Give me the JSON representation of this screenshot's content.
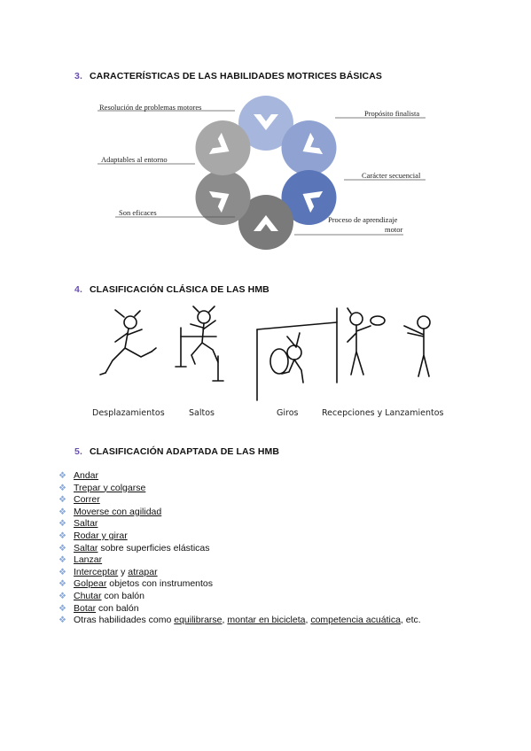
{
  "section3": {
    "number": "3.",
    "title": "CARACTERÍSTICAS DE LAS HABILIDADES MOTRICES BÁSICAS"
  },
  "diagram": {
    "labels": {
      "resolucion": "Resolución de problemas motores",
      "proposito": "Propósito finalista",
      "adaptables": "Adaptables al entorno",
      "caracter": "Carácter secuencial",
      "eficaces": "Son eficaces",
      "proceso_l1": "Proceso de aprendizaje",
      "proceso_l2": "motor"
    }
  },
  "section4": {
    "number": "4.",
    "title": "CLASIFICACIÓN CLÁSICA DE LAS HMB"
  },
  "illustration": {
    "captions": {
      "desplazamientos": "Desplazamientos",
      "saltos": "Saltos",
      "giros": "Giros",
      "recepciones": "Recepciones y Lanzamientos"
    }
  },
  "section5": {
    "number": "5.",
    "title": "CLASIFICACIÓN ADAPTADA DE LAS HMB"
  },
  "list": {
    "bullet": "❖",
    "items": [
      {
        "u1": "Andar"
      },
      {
        "u1": "Trepar y colgarse"
      },
      {
        "u1": "Correr"
      },
      {
        "u1": "Moverse con agilidad"
      },
      {
        "u1": "Saltar"
      },
      {
        "u1": "Rodar y girar"
      },
      {
        "u1": "Saltar",
        "t1": " sobre superficies elásticas"
      },
      {
        "u1": "Lanzar"
      },
      {
        "u1": "Interceptar",
        "t1": " y ",
        "u2": "atrapar"
      },
      {
        "u1": "Golpear",
        "t1": " objetos con instrumentos"
      },
      {
        "u1": "Chutar",
        "t1": " con balón"
      },
      {
        "u1": "Botar",
        "t1": " con balón"
      },
      {
        "t0": "Otras habilidades como ",
        "u1": "equilibrarse",
        "t1": ", ",
        "u2": "montar en bicicleta",
        "t2": ", ",
        "u3": "competencia acuática",
        "t3": ", etc."
      }
    ]
  }
}
